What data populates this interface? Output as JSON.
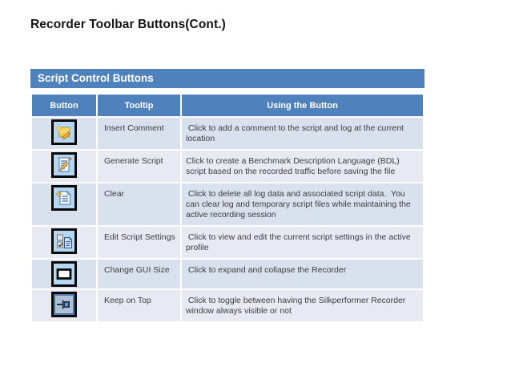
{
  "slide": {
    "title": "Recorder Toolbar Buttons(Cont.)",
    "section_header": "Script Control Buttons"
  },
  "table": {
    "columns": [
      "Button",
      "Tooltip",
      "Using the Button"
    ],
    "rows": [
      {
        "icon": "insert-comment-icon",
        "tooltip": "Insert Comment",
        "usage": " Click to add a comment to the script and log at the current location"
      },
      {
        "icon": "generate-script-icon",
        "tooltip": "Generate Script",
        "usage": "Click to create a Benchmark Description Language (BDL) script based on the recorded traffic before saving the file"
      },
      {
        "icon": "clear-icon",
        "tooltip": "Clear",
        "usage": " Click to delete all log data and associated script data.  You can clear log and temporary script files while maintaining the active recording session"
      },
      {
        "icon": "edit-script-settings-icon",
        "tooltip": "Edit Script Settings",
        "usage": " Click to view and edit the current script settings in the active profile"
      },
      {
        "icon": "change-gui-size-icon",
        "tooltip": "Change GUI Size",
        "usage": " Click to expand and collapse the Recorder"
      },
      {
        "icon": "keep-on-top-icon",
        "tooltip": "Keep on Top",
        "usage": " Click to toggle between having the Silkperformer Recorder window always visible or not"
      }
    ]
  },
  "colors": {
    "accent_blue": "#4f81bd",
    "row_odd": "#d9e1ee",
    "row_even": "#e7eaf2",
    "body_text": "#3c3c3c",
    "icon_button_bg": "#b5d7f2",
    "keep_on_top_bg": "#b0c0d1",
    "keep_on_top_border": "#4576ac"
  }
}
